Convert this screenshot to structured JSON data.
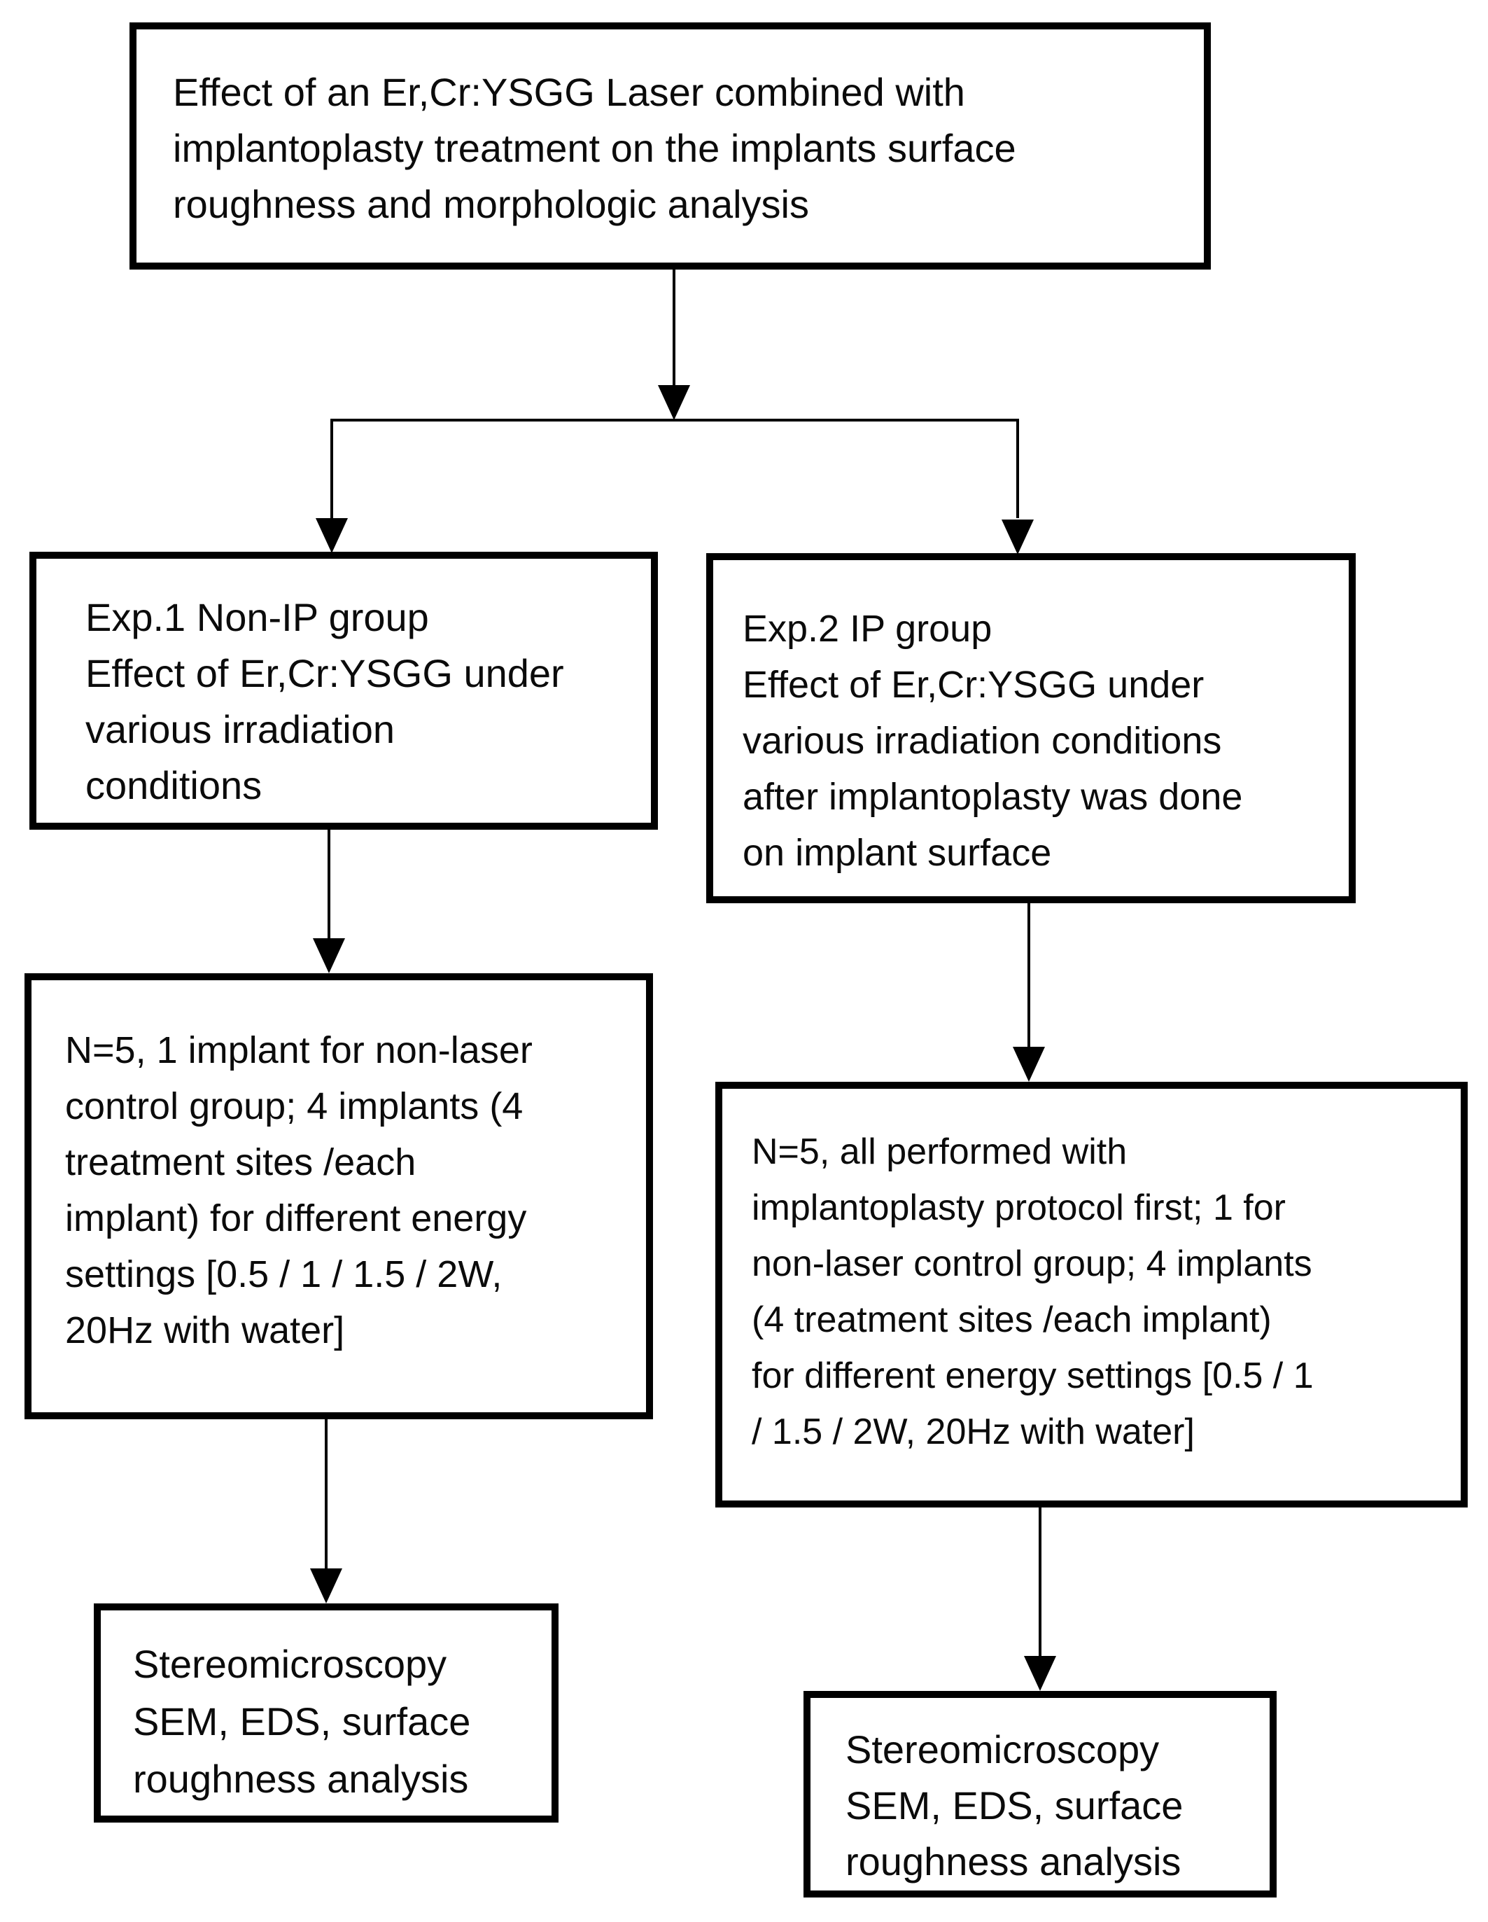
{
  "diagram": {
    "type": "flowchart",
    "colors": {
      "line": "#000000",
      "background": "#ffffff",
      "text": "#0b0b0b"
    },
    "title_box": {
      "text": "Effect of an Er,Cr:YSGG Laser combined with\nimplantoplasty treatment on the implants surface\nroughness and morphologic analysis"
    },
    "exp1": {
      "group_box": {
        "text": "Exp.1 Non-IP group\nEffect of Er,Cr:YSGG under\nvarious irradiation\nconditions"
      },
      "sample_box": {
        "text": "N=5, 1 implant for non-laser\ncontrol group; 4 implants (4\ntreatment sites /each\nimplant) for different energy\nsettings [0.5 / 1 / 1.5 / 2W,\n20Hz with water]"
      },
      "analysis_box": {
        "text": "Stereomicroscopy\nSEM, EDS, surface\nroughness analysis"
      }
    },
    "exp2": {
      "group_box": {
        "text": "Exp.2 IP group\nEffect of Er,Cr:YSGG under\nvarious irradiation conditions\nafter implantoplasty was done\non implant surface"
      },
      "sample_box": {
        "text": "N=5, all performed with\nimplantoplasty protocol first; 1 for\nnon-laser control group; 4 implants\n(4 treatment sites /each implant)\nfor different energy settings [0.5 / 1\n/ 1.5 / 2W, 20Hz with water]"
      },
      "analysis_box": {
        "text": "Stereomicroscopy\nSEM, EDS, surface\nroughness analysis"
      }
    }
  }
}
